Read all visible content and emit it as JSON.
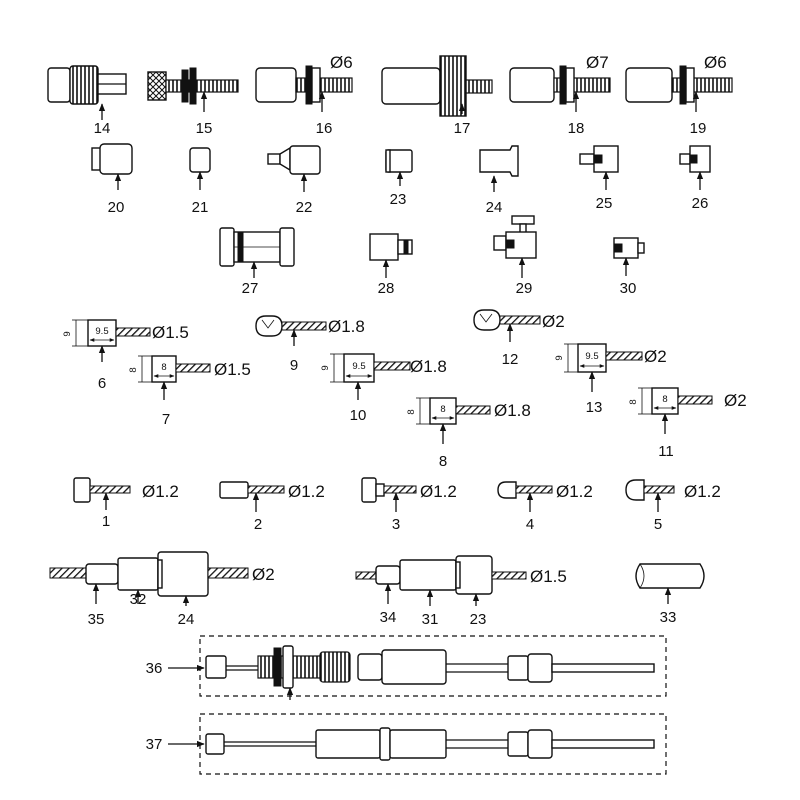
{
  "labels": {
    "p1": "1",
    "p2": "2",
    "p3": "3",
    "p4": "4",
    "p5": "5",
    "p6": "6",
    "p7": "7",
    "p8": "8",
    "p9": "9",
    "p10": "10",
    "p11": "11",
    "p12": "12",
    "p13": "13",
    "p14": "14",
    "p15": "15",
    "p16": "16",
    "p17": "17",
    "p18": "18",
    "p19": "19",
    "p20": "20",
    "p21": "21",
    "p22": "22",
    "p23": "23",
    "p24": "24",
    "p25": "25",
    "p26": "26",
    "p27": "27",
    "p28": "28",
    "p29": "29",
    "p30": "30",
    "p31": "31",
    "p32": "32",
    "p23b": "23",
    "p24b": "24",
    "p33": "33",
    "p34": "34",
    "p35": "35",
    "p36": "36",
    "p37": "37"
  },
  "diameters": {
    "d16": "Ø6",
    "d18": "Ø7",
    "d19": "Ø6",
    "d6": "Ø1.5",
    "d7": "Ø1.5",
    "d9": "Ø1.8",
    "d10": "Ø1.8",
    "d8": "Ø1.8",
    "d12": "Ø2",
    "d13": "Ø2",
    "d11": "Ø2",
    "d1": "Ø1.2",
    "d2": "Ø1.2",
    "d3": "Ø1.2",
    "d4": "Ø1.2",
    "d5": "Ø1.2",
    "d35": "Ø2",
    "d34": "Ø1.5"
  },
  "dimensions": {
    "n6w": "9.5",
    "n6h": "9",
    "n7w": "8",
    "n7h": "8",
    "n10w": "9.5",
    "n10h": "9",
    "n8w": "8",
    "n8h": "8",
    "n13w": "9.5",
    "n13h": "9",
    "n11w": "8",
    "n11h": "8"
  }
}
